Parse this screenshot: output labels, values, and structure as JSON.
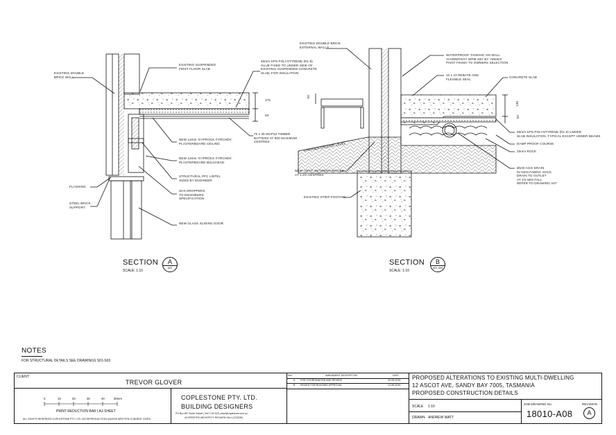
{
  "section_a": {
    "title": "SECTION",
    "scale": "SCALE:   1:10",
    "letter": "A",
    "ref": "A03",
    "labels": [
      "EXISTING DOUBLE\nBRICK WALL",
      "EXISTING SUSPENDED\nFIRST FLOOR SLAB",
      "50mm XPS POLYSTYRENE (R1.8)\nGLUE FIXED TO UNDER SIDE OF\nEXISTING SUSPENDED CONCRETE\nSLAB, FOR INSULATION",
      "70 x 35 MGP10 TIMBER\nBATTENS AT 600 MAXIMUM\nCENTRES",
      "NEW 13mm 'GYPROCK FYRCHEK'\nPLASTERBOARD CEILING",
      "NEW 13mm 'GYPROCK FYRCHEK'\nPLASTERBOARD BULKHEAD",
      "STRUCTURAL PFC LINTEL\nSIZED BY ENGINEER",
      "SHS DROPPERS\nTO ENGINEERS\nSPECIFICATION",
      "NEW GLASS SLIDING DOOR",
      "FLASHING",
      "STEEL BRICK\nSUPPORT"
    ],
    "dims": [
      "175",
      "83"
    ]
  },
  "section_b": {
    "title": "SECTION",
    "scale": "SCALE:   1:10",
    "letter": "B",
    "ref": "A03, A06",
    "labels": [
      "EXISTING DOUBLE BRICK\nEXTERNAL WALLS",
      "WATERPROOF TANKING ON WALL\n'HYDREPOXY WPM 300' BY 'ARDEX'\nPAINT FINISH TO OWNERS SELECTION",
      "10 x 10 REBATE AND\nFLEXIBLE SEAL",
      "CONCRETE SLAB",
      "50mm XPS POLYSTYRENE (R1.8) UNDER\nSLAB INSULATION. TYPICAL EXCEPT UNDER BEAMS",
      "DAMP PROOF COURSE",
      "20mm ROCK",
      "Ø100 AGG DRAIN\nIN GEO-FABRIC SOCK\nDRAIN TO OUTLET\nAT 1% MIN FALL\nREFER TO DRAWING A07",
      "FINISHED GROUND LEVEL",
      "NEW 'VENT' BETWEEN BRICKS\nAT 1.2m CENTRES",
      "EXISTING STRIP FOOTING"
    ],
    "dims": [
      "50",
      "130",
      "50"
    ]
  },
  "notes": {
    "heading": "NOTES",
    "text": "FOR STRUCTURAL DETAILS SEE DRAWINGS S01-S03"
  },
  "title_block": {
    "client_label": "CLIENT:",
    "client_name": "TREVOR GLOVER",
    "scale_bar_ticks": [
      "0",
      "10",
      "20",
      "30",
      "40",
      "50mm"
    ],
    "print_bar": "PRINT REDUCTION BAR  |  A3 SHEET",
    "rights": "ALL RIGHTS RESERVED COPLESTONE PTY. LTD. NO REPRODUCTION UNLESS WRITTEN CONSENT GIVEN",
    "firm_line1": "COPLESTONE PTY. LTD.",
    "firm_line2": "BUILDING DESIGNERS",
    "firm_contact": "PO Box 567 South Hobart  |  0417 010 815  |  alan@coplestone.com.au",
    "firm_architect": "ACCREDITED ARCHITECT: RICHARD HALL (CC0030)",
    "rev_headers": [
      "Rev",
      "AMENDMENT DESCRIPTION",
      "DATE"
    ],
    "revisions": [
      {
        "rev": "A",
        "desc": "FOR COORDINATION AND REVIEW",
        "date": "29-05-2018"
      },
      {
        "rev": "B",
        "desc": "ISSUED FOR BUILDING APPROVAL",
        "date": "12-06-2018"
      }
    ],
    "project_line1": "PROPOSED ALTERATIONS TO EXISTING MULTI-DWELLING",
    "project_line2": "12 ASCOT AVE, SANDY BAY 7005, TASMANIA",
    "project_line3": "PROPOSED CONSTRUCTION DETAILS",
    "scale_label": "SCALE",
    "scale_value": "1:10",
    "drawn_label": "DRAWN",
    "drawn_value": "ANDREW WATT",
    "job_label": "JOB-DRAWING No.",
    "job_value": "18010-A08",
    "rev_label": "REVISION",
    "rev_value": "A"
  }
}
